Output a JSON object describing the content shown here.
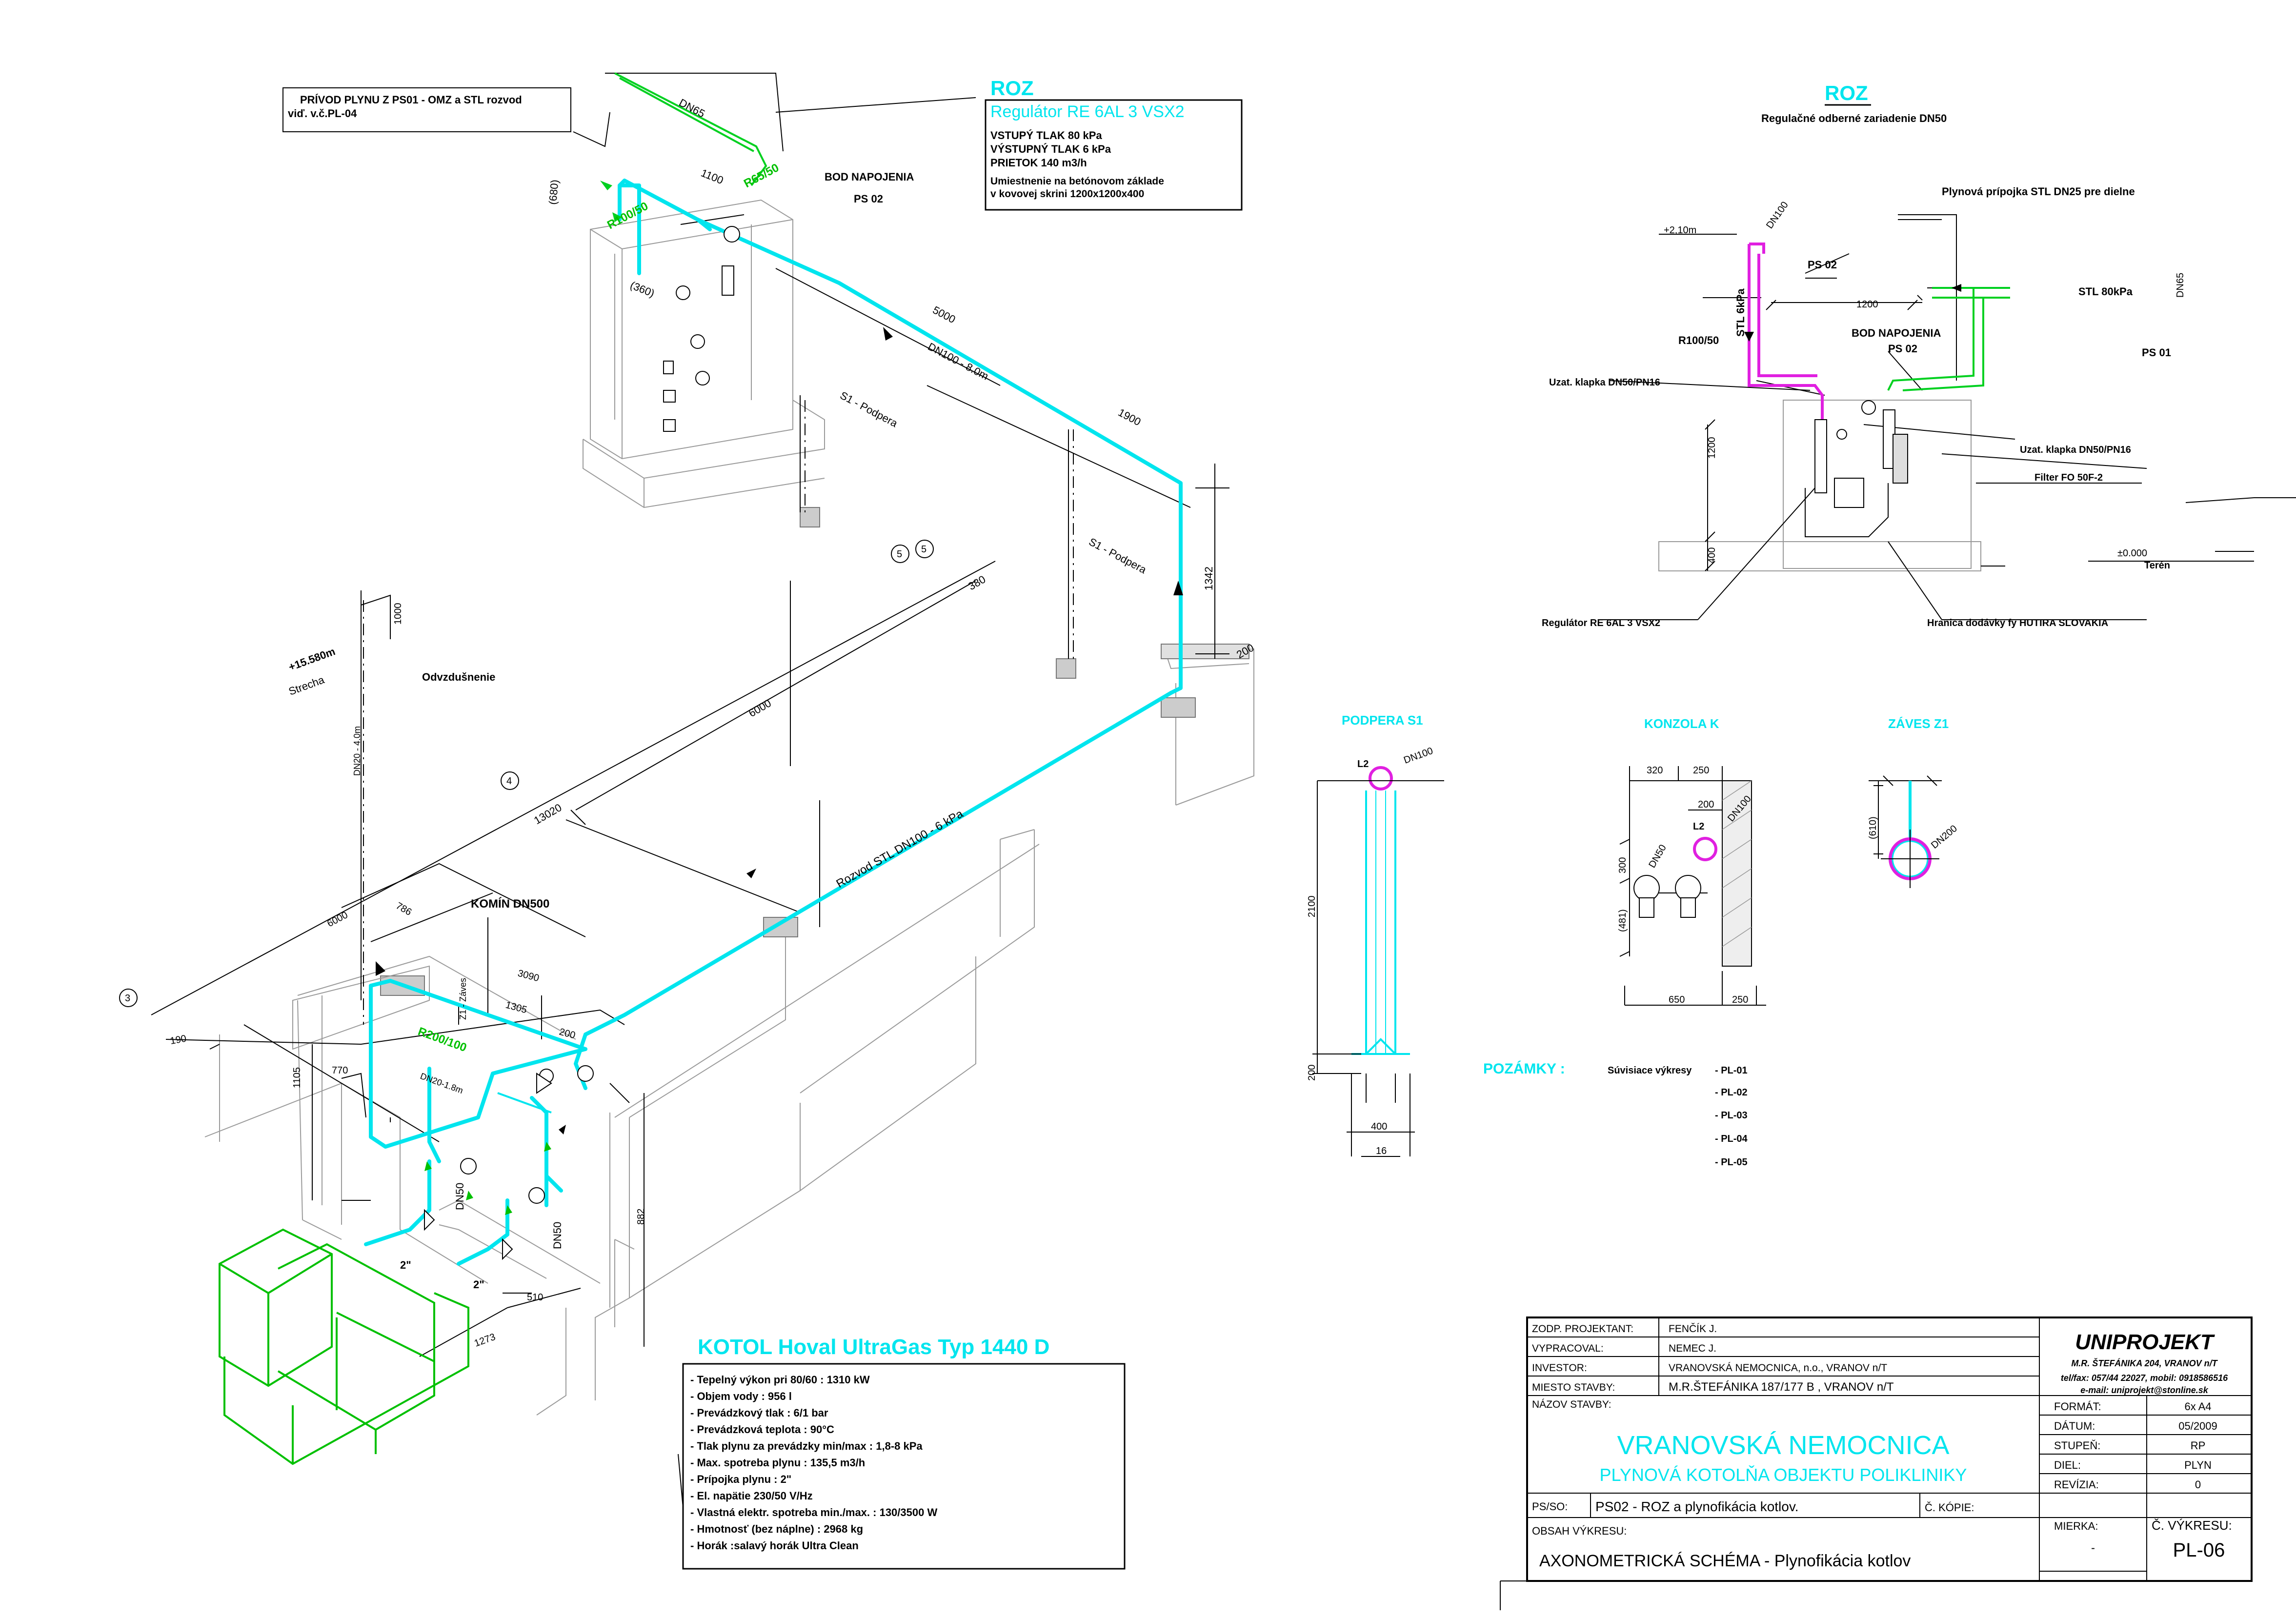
{
  "colors": {
    "pipe_main": "#00e5ee",
    "pipe_supply": "#00d020",
    "pipe_roz": "#e020e0",
    "line": "#000000"
  },
  "left_notes": {
    "supply_line1": "PRÍVOD PLYNU Z PS01 - OMZ a STL rozvod",
    "supply_line2": "viď. v.č.PL-04"
  },
  "roz_box": {
    "title": "ROZ",
    "subtitle": "Regulátor RE 6AL 3 VSX2",
    "lines": [
      "VSTUPÝ TLAK 80 kPa",
      "VÝSTUPNÝ TLAK 6 kPa",
      "PRIETOK 140 m3/h",
      "Umiestnenie na betónovom základe",
      "v kovovej skrini 1200x1200x400"
    ]
  },
  "axon_labels": {
    "dn65": "DN65",
    "r65": "R65/50",
    "r100": "R100/50",
    "bod": "BOD NAPOJENIA",
    "ps02": "PS 02",
    "d1100": "1100",
    "d680": "(680)",
    "d360": "(360)",
    "d5000": "5000",
    "dn100": "DN100 - 8.0m",
    "s1a": "S1 - Podpera",
    "s1b": "S1 - Podpera",
    "d1900": "1900",
    "d1342": "1342",
    "d380": "380",
    "d6000": "6000",
    "d13020": "13020",
    "rozvod": "Rozvod STL DN100 - 6 kPa",
    "d200": "200",
    "strecha_lvl": "+15.580m",
    "strecha": "Strecha",
    "d1000": "1000",
    "odvzd": "Odvzdušnenie",
    "dn20": "DN20 - 4.0m",
    "komin": "KOMÍN DN500",
    "d786": "786",
    "d3090": "3090",
    "d1305": "1305",
    "d200b": "200",
    "d6000b": "6000",
    "d190": "190",
    "r200": "R200/100",
    "d770": "770",
    "d1105": "1105",
    "dn20b": "DN20-1.8m",
    "z1": "Z1 - Záves",
    "dn50a": "DN50",
    "dn50b": "DN50",
    "d2a": "2\"",
    "d2b": "2\"",
    "d510": "510",
    "d1273": "1273",
    "d882": "882",
    "ax4": "4",
    "ax3": "3",
    "ax5": "5",
    "ax6": "5"
  },
  "kotol": {
    "title": "KOTOL Hoval UltraGas Typ 1440 D",
    "specs": [
      "Tepelný výkon pri 80/60 : 1310 kW",
      "Objem vody : 956 l",
      "Prevádzkový tlak : 6/1 bar",
      "Prevádzková teplota : 90°C",
      "Tlak plynu za prevádzky min/max : 1,8-8 kPa",
      "Max. spotreba plynu : 135,5 m3/h",
      "Prípojka plynu : 2\"",
      "El. napätie 230/50 V/Hz",
      "Vlastná elektr. spotreba min./max. : 130/3500 W",
      "Hmotnosť (bez náplne) : 2968 kg",
      "Horák :salavý horák Ultra Clean"
    ]
  },
  "roz_detail": {
    "title": "ROZ",
    "subtitle": "Regulačné odberné zariadenie DN50",
    "labels": {
      "lvl": "+2,10m",
      "dn100": "DN100",
      "ps02": "PS 02",
      "stl6": "STL 6kPa",
      "r100": "R100/50",
      "uzat1": "Uzat. klapka DN50/PN16",
      "d1200": "1200",
      "bod": "BOD NAPOJENIA",
      "ps02b": "PS 02",
      "pripojka": "Plynová prípojka STL DN25 pre dielne",
      "stl80": "STL 80kPa",
      "dn65": "DN65",
      "ps01": "PS 01",
      "uzat2": "Uzat. klapka DN50/PN16",
      "filter": "Filter FO 50F-2",
      "d1200v": "1200",
      "d400": "400",
      "teren_lvl": "±0.000",
      "teren": "Terén",
      "regulator": "Regulátor RE 6AL 3 VSX2",
      "hranica": "Hranica dodávky fy HUTIRA SLOVAKIA"
    }
  },
  "podpera": {
    "title": "PODPERA S1",
    "l2": "L2",
    "dn100": "DN100",
    "d2100": "2100",
    "d200": "200",
    "d400": "400",
    "d16": "16"
  },
  "konzola": {
    "title": "KONZOLA K",
    "d320": "320",
    "d250": "250",
    "d200": "200",
    "l2": "L2",
    "dn100": "DN100",
    "dn50": "DN50",
    "d300": "300",
    "d481": "(481)",
    "d650": "650",
    "d250b": "250"
  },
  "zaves": {
    "title": "ZÁVES Z1",
    "d610": "(610)",
    "dn200": "DN200"
  },
  "notes": {
    "title": "POZÁMKY :",
    "related": "Súvisiace výkresy",
    "items": [
      "- PL-01",
      "- PL-02",
      "- PL-03",
      "- PL-04",
      "- PL-05"
    ]
  },
  "title_block": {
    "rows": [
      {
        "label": "ZODP. PROJEKTANT:",
        "value": "FENČÍK J."
      },
      {
        "label": "VYPRACOVAL:",
        "value": "NEMEC J."
      },
      {
        "label": "INVESTOR:",
        "value": "VRANOVSKÁ NEMOCNICA, n.o., VRANOV n/T"
      },
      {
        "label": "MIESTO STAVBY:",
        "value": "M.R.ŠTEFÁNIKA 187/177 B , VRANOV n/T"
      }
    ],
    "stavba_label": "NÁZOV STAVBY:",
    "stavba_1": "VRANOVSKÁ NEMOCNICA",
    "stavba_2": "PLYNOVÁ KOTOLŇA OBJEKTU POLIKLINIKY",
    "ps_label": "PS/SO:",
    "ps_value": "PS02 - ROZ a plynofikácia kotlov.",
    "kopie_label": "Č. KÓPIE:",
    "obsah_label": "OBSAH VÝKRESU:",
    "obsah_value": "AXONOMETRICKÁ SCHÉMA - Plynofikácia kotlov",
    "company": "UNIPROJEKT",
    "addr": "M.R. ŠTEFÁNIKA 204, VRANOV n/T",
    "tel": "tel/fax: 057/44 22027, mobil: 0918586516",
    "email": "e-mail: uniprojekt@stonline.sk",
    "meta": [
      {
        "label": "FORMÁT:",
        "value": "6x A4"
      },
      {
        "label": "DÁTUM:",
        "value": "05/2009"
      },
      {
        "label": "STUPEŇ:",
        "value": "RP"
      },
      {
        "label": "DIEL:",
        "value": "PLYN"
      },
      {
        "label": "REVÍZIA:",
        "value": "0"
      }
    ],
    "mierka_label": "MIERKA:",
    "mierka_value": "-",
    "cislo_label": "Č. VÝKRESU:",
    "cislo_value": "PL-06"
  }
}
